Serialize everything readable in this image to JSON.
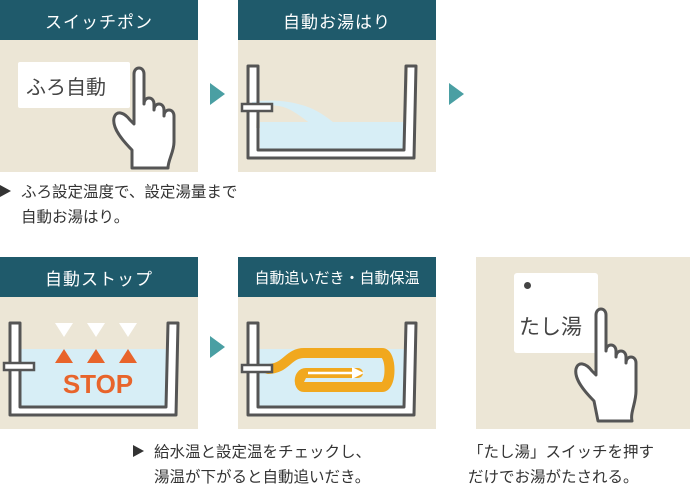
{
  "panels": {
    "switch_on": {
      "title": "スイッチポン",
      "button_label": "ふろ自動"
    },
    "auto_fill": {
      "title": "自動お湯はり"
    },
    "auto_stop": {
      "title": "自動ストップ",
      "stop_text": "STOP"
    },
    "auto_reheat": {
      "title": "自動追いだき・自動保温"
    },
    "tashiyu": {
      "button_label": "たし湯"
    }
  },
  "captions": {
    "top": {
      "line1": "ふろ設定温度で、設定湯量まで",
      "line2": "自動お湯はり。"
    },
    "bottom_left": {
      "line1": "給水温と設定温をチェックし、",
      "line2": "湯温が下がると自動追いだき。"
    },
    "bottom_right": {
      "line1": "「たし湯」スイッチを押す",
      "line2": "だけでお湯がたされる。"
    }
  },
  "colors": {
    "header": "#1f5a6b",
    "panel_bg": "#ece6d6",
    "arrow": "#4a9fa3",
    "water": "#d7eef6",
    "stop": "#e8642b",
    "reheat": "#f1a81e"
  }
}
